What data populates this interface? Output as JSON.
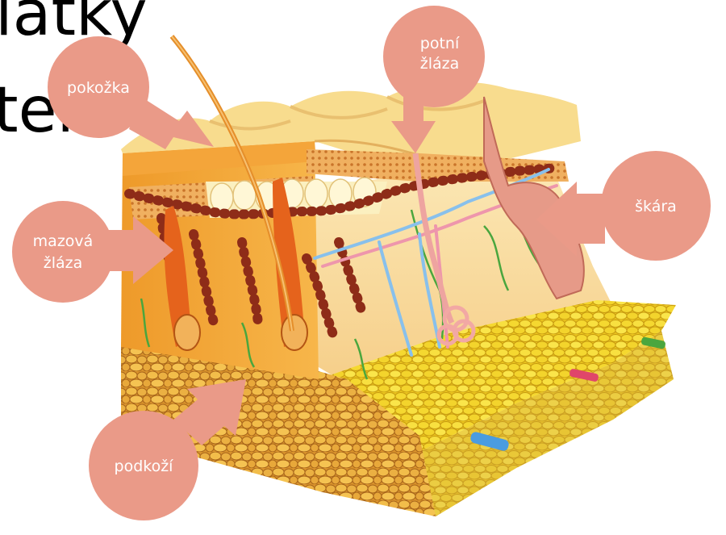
{
  "background_text": {
    "line1": "latky",
    "line2": "ter"
  },
  "labels": {
    "pokozka": "pokožka",
    "potni_line1": "potní",
    "potni_line2": "žláza",
    "skara": "škára",
    "mazova_line1": "mazová",
    "mazova_line2": "žláza",
    "podkozi": "podkoží"
  },
  "colors": {
    "callout": "#ea9a88",
    "fat": "#e8a83a",
    "fat_front": "#c77e24",
    "epidermis": "#f6d37a",
    "dermis": "#f3a23a",
    "follicle": "#e2631c",
    "melanin_beads": "#8c2a18",
    "nerve": "#48a040",
    "vein": "#7fb8e6",
    "artery": "#e88aa0",
    "gland": "#e08a78"
  }
}
